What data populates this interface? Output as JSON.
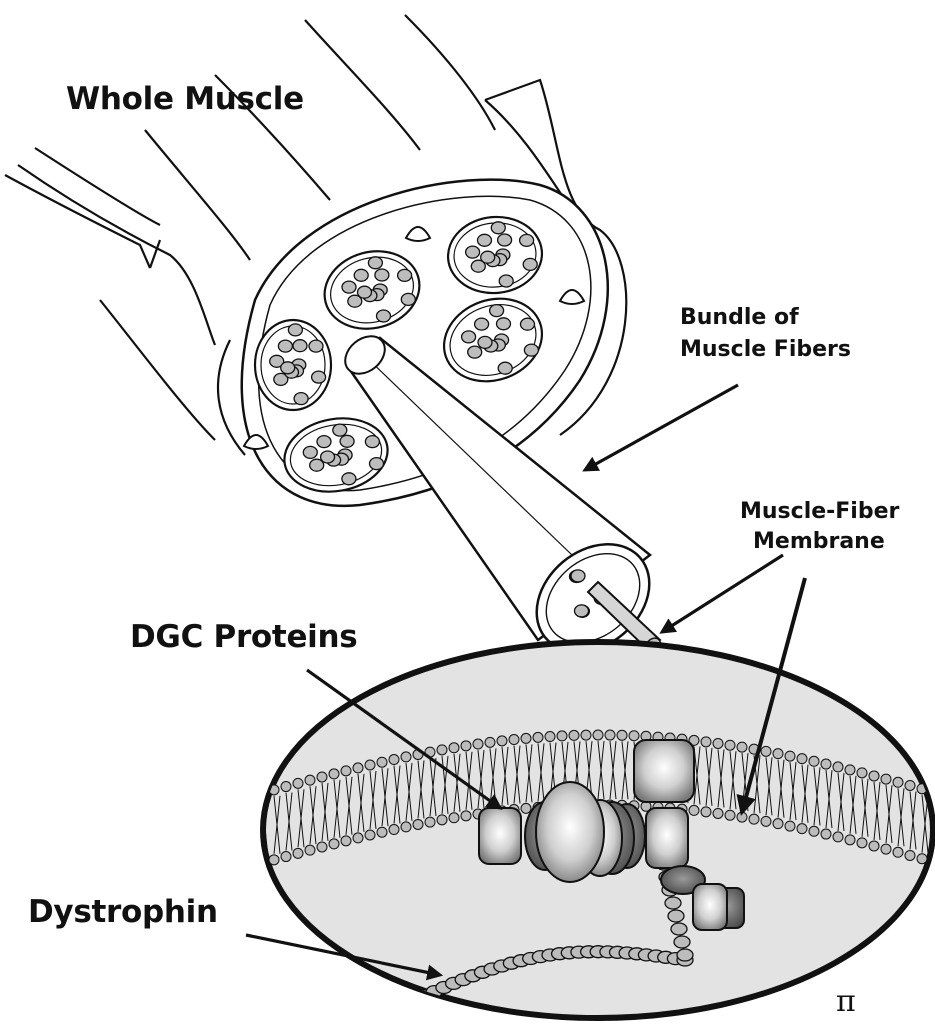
{
  "labels": {
    "whole_muscle": "Whole Muscle",
    "bundle_line1": "Bundle of",
    "bundle_line2": "Muscle Fibers",
    "membrane_line1": "Muscle-Fiber",
    "membrane_line2": "Membrane",
    "dgc_proteins": "DGC Proteins",
    "dystrophin": "Dystrophin"
  },
  "signature": "π",
  "colors": {
    "ink": "#111111",
    "fiber_fill": "#bdbdbd",
    "inset_fill": "#e3e3e3",
    "protein_light": "#c9c9c9",
    "protein_dark": "#7d7d7d",
    "lipid_head": "#bcbcbc"
  }
}
